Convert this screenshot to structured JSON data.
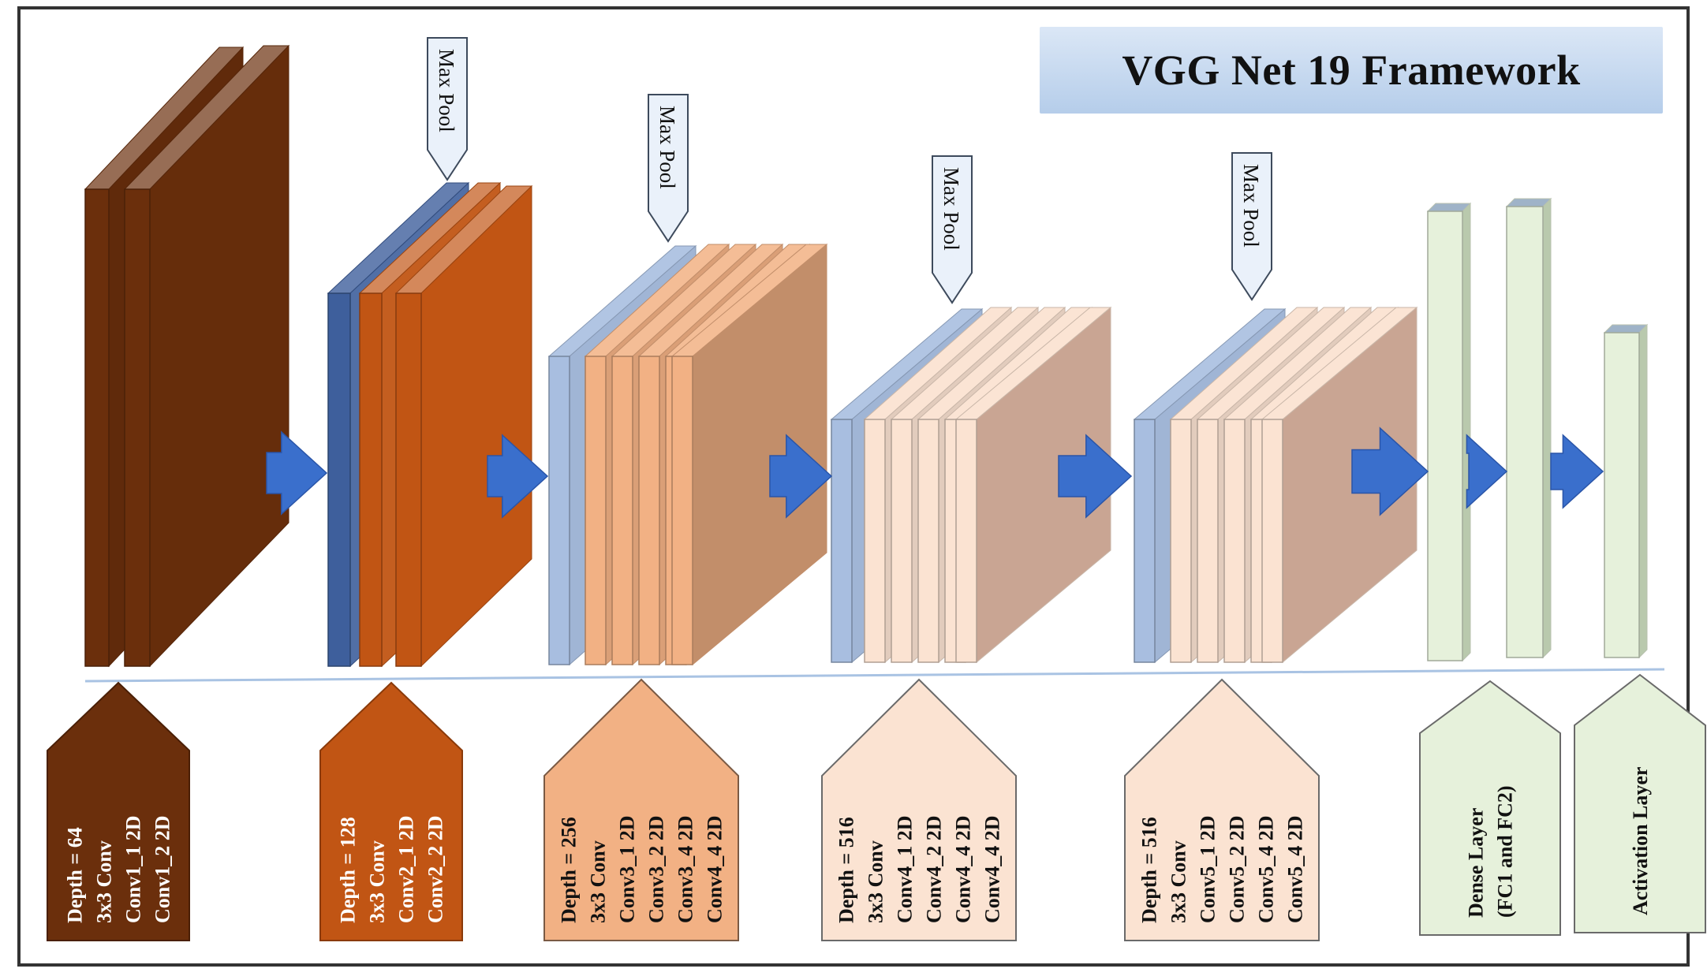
{
  "title": "VGG Net 19 Framework",
  "max_pool_label": "Max Pool",
  "colors": {
    "block1": "#6b2f0c",
    "block2": "#c15514",
    "block3": "#f2b184",
    "block4": "#fbe3d2",
    "block5": "#fbe3d2",
    "dense": "#e6f1db",
    "pool_dark": "#3e5f9c",
    "pool_light": "#a8bee0",
    "arrow": "#3a6fcc"
  },
  "label_blocks": [
    {
      "id": "block1",
      "lines": [
        "Depth = 64",
        "3x3 Conv",
        "Conv1_1 2D",
        "Conv1_2 2D"
      ]
    },
    {
      "id": "block2",
      "lines": [
        "Depth = 128",
        "3x3 Conv",
        "Conv2_1 2D",
        "Conv2_2 2D"
      ]
    },
    {
      "id": "block3",
      "lines": [
        "Depth = 256",
        "3x3 Conv",
        "Conv3_1 2D",
        "Conv3_2 2D",
        "Conv3_4 2D",
        "Conv4_4 2D"
      ]
    },
    {
      "id": "block4",
      "lines": [
        "Depth = 516",
        "3x3 Conv",
        "Conv4_1 2D",
        "Conv4_2 2D",
        "Conv4_4 2D",
        "Conv4_4 2D"
      ]
    },
    {
      "id": "block5",
      "lines": [
        "Depth = 516",
        "3x3 Conv",
        "Conv5_1 2D",
        "Conv5_2 2D",
        "Conv5_4 2D",
        "Conv5_4 2D"
      ]
    },
    {
      "id": "dense",
      "lines": [
        "Dense Layer",
        "(FC1 and FC2)"
      ]
    },
    {
      "id": "activation",
      "lines": [
        "Activation Layer"
      ]
    }
  ]
}
